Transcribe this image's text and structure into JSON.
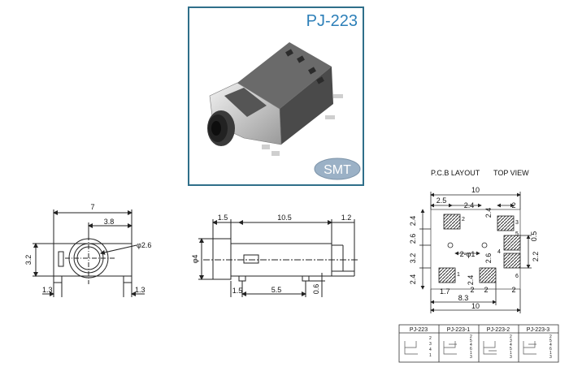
{
  "product": {
    "model": "PJ-223",
    "badge": "SMT"
  },
  "front_view": {
    "dims": {
      "width": "7",
      "offset": "3.8",
      "hole": "φ2.6",
      "height": "3.2",
      "leg_left": "1.3",
      "leg_right": "1.3"
    }
  },
  "side_view": {
    "dims": {
      "left": "1.5",
      "body": "10.5",
      "right": "1.2",
      "diameter": "φ4",
      "pin_offset": "1.5",
      "pin_pitch": "5.5",
      "pin_height": "0.6"
    }
  },
  "pcb": {
    "title": "P.C.B LAYOUT",
    "subtitle": "TOP VIEW",
    "dims": {
      "top_width": "10",
      "top_left": "2.5",
      "top_mid": "2.4",
      "top_right": "2",
      "left_upper": "2.4",
      "left_mid": "2.6",
      "left_lower": "3.2",
      "left_bottom": "2.4",
      "inner_upper": "2.4",
      "inner_lower": "2.6",
      "holes": "2-φ1",
      "pad_width": "1.7",
      "bottom_inner_a": "2",
      "bottom_inner_b": "2",
      "bottom_span": "8.3",
      "bottom_width": "10",
      "bottom_right": "2",
      "right_a": "0.5",
      "right_b": "2.2",
      "inner_mid": "2.4"
    },
    "pins": [
      "2",
      "3",
      "5",
      "4",
      "6",
      "1"
    ]
  },
  "variants": [
    {
      "name": "PJ-223",
      "pins": [
        "2",
        "3",
        "4",
        "1"
      ]
    },
    {
      "name": "PJ-223-1",
      "pins": [
        "2",
        "5",
        "4",
        "6",
        "1",
        "3"
      ]
    },
    {
      "name": "PJ-223-2",
      "pins": [
        "2",
        "3",
        "4",
        "5",
        "1",
        "3"
      ]
    },
    {
      "name": "PJ-223-3",
      "pins": [
        "2",
        "5",
        "4",
        "6",
        "1",
        "3"
      ]
    }
  ]
}
